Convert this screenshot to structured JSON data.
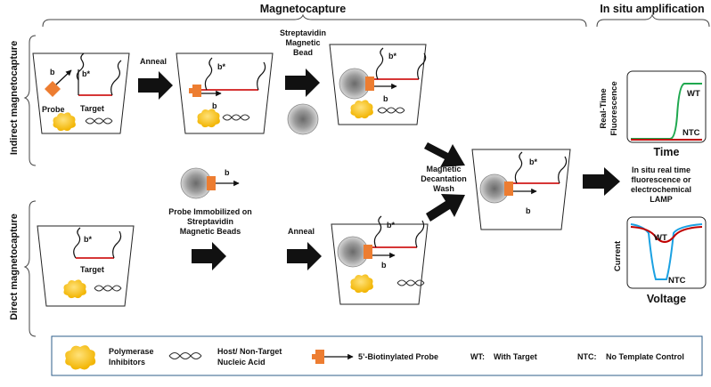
{
  "headers": {
    "magnetocapture": "Magnetocapture",
    "in_situ_amplification": "In situ amplification"
  },
  "side_labels": {
    "indirect": "Indirect magnetocapture",
    "direct": "Direct magnetocapture"
  },
  "indirect_row": {
    "strand_label": "b",
    "target_strand_label": "b*",
    "probe_label": "Probe",
    "target_label": "Target",
    "step1": "Anneal",
    "step2_line1": "Streptavidin",
    "step2_line2": "Magnetic",
    "step2_line3": "Bead"
  },
  "direct_row": {
    "target_strand_label": "b*",
    "target_label": "Target",
    "probe_strand_label": "b",
    "immobilized_line1": "Probe Immobilized on",
    "immobilized_line2": "Streptavidin",
    "immobilized_line3": "Magnetic Beads",
    "step1": "Anneal"
  },
  "merge": {
    "wash_line1": "Magnetic",
    "wash_line2": "Decantation",
    "wash_line3": "Wash",
    "strand_label": "b",
    "target_strand_label": "b*"
  },
  "amplification": {
    "fluor_ylabel_line1": "Real-Time",
    "fluor_ylabel_line2": "Fluorescence",
    "fluor_xlabel": "Time",
    "wt": "WT",
    "ntc": "NTC",
    "method_line1": "In situ real time",
    "method_line2": "fluorescence or",
    "method_line3": "electrochemical",
    "method_line4": "LAMP",
    "electro_ylabel": "Current",
    "electro_xlabel": "Voltage"
  },
  "legend": {
    "polymerase_line1": "Polymerase",
    "polymerase_line2": "Inhibitors",
    "host_line1": "Host/ Non-Target",
    "host_line2": "Nucleic Acid",
    "probe": "5’-Biotinylated Probe",
    "wt_key": "WT:",
    "wt_value": "With Target",
    "ntc_key": "NTC:",
    "ntc_value": "No Template Control"
  },
  "colors": {
    "probe_orange": "#ED7D31",
    "target_red": "#D01A1A",
    "inhibitor_yellow": "#FFC000",
    "wt_curve_green": "#1FA84F",
    "wt_curve_darkred": "#C00000",
    "ntc_curve_blue": "#1BA1E2",
    "panel_border": "#2E5C8A"
  }
}
